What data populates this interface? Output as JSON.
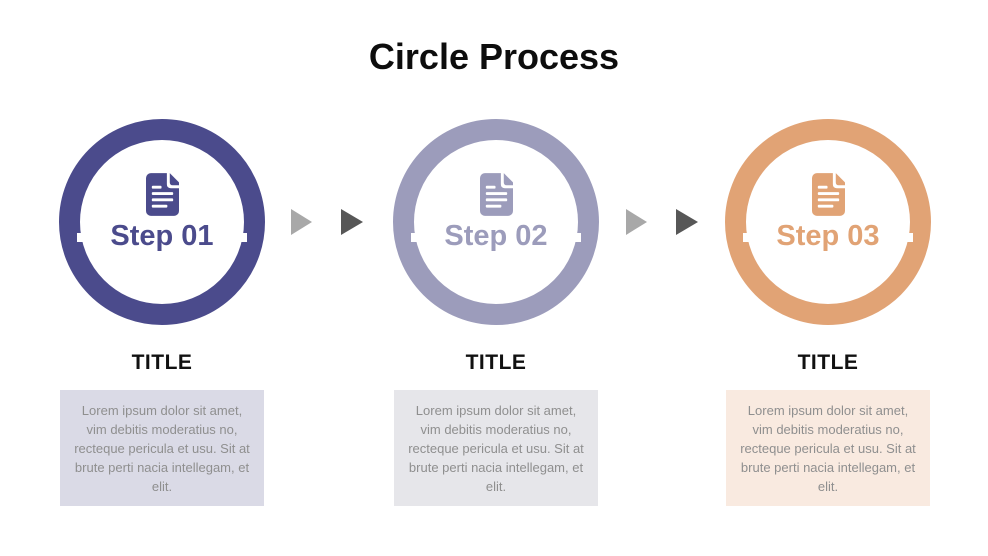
{
  "title": "Circle Process",
  "steps": [
    {
      "label": "Step 01",
      "icon": "document-icon",
      "color": "#4B4B8C",
      "section_title": "TITLE",
      "description": "Lorem ipsum dolor sit amet, vim debitis moderatius no, recteque pericula et usu. Sit at brute perti nacia intellegam, et elit.",
      "box_bg": "#DADAE6"
    },
    {
      "label": "Step 02",
      "icon": "document-icon",
      "color": "#9C9CBB",
      "section_title": "TITLE",
      "description": "Lorem ipsum dolor sit amet, vim debitis moderatius no, recteque pericula et usu. Sit at brute perti nacia intellegam, et elit.",
      "box_bg": "#E6E6EA"
    },
    {
      "label": "Step 03",
      "icon": "document-icon",
      "color": "#E1A375",
      "section_title": "TITLE",
      "description": "Lorem ipsum dolor sit amet, vim debitis moderatius no, recteque pericula et usu. Sit at brute perti nacia intellegam, et elit.",
      "box_bg": "#F9EAE0"
    }
  ],
  "arrows": {
    "light_color": "#A8A8A8",
    "dark_color": "#575757"
  }
}
